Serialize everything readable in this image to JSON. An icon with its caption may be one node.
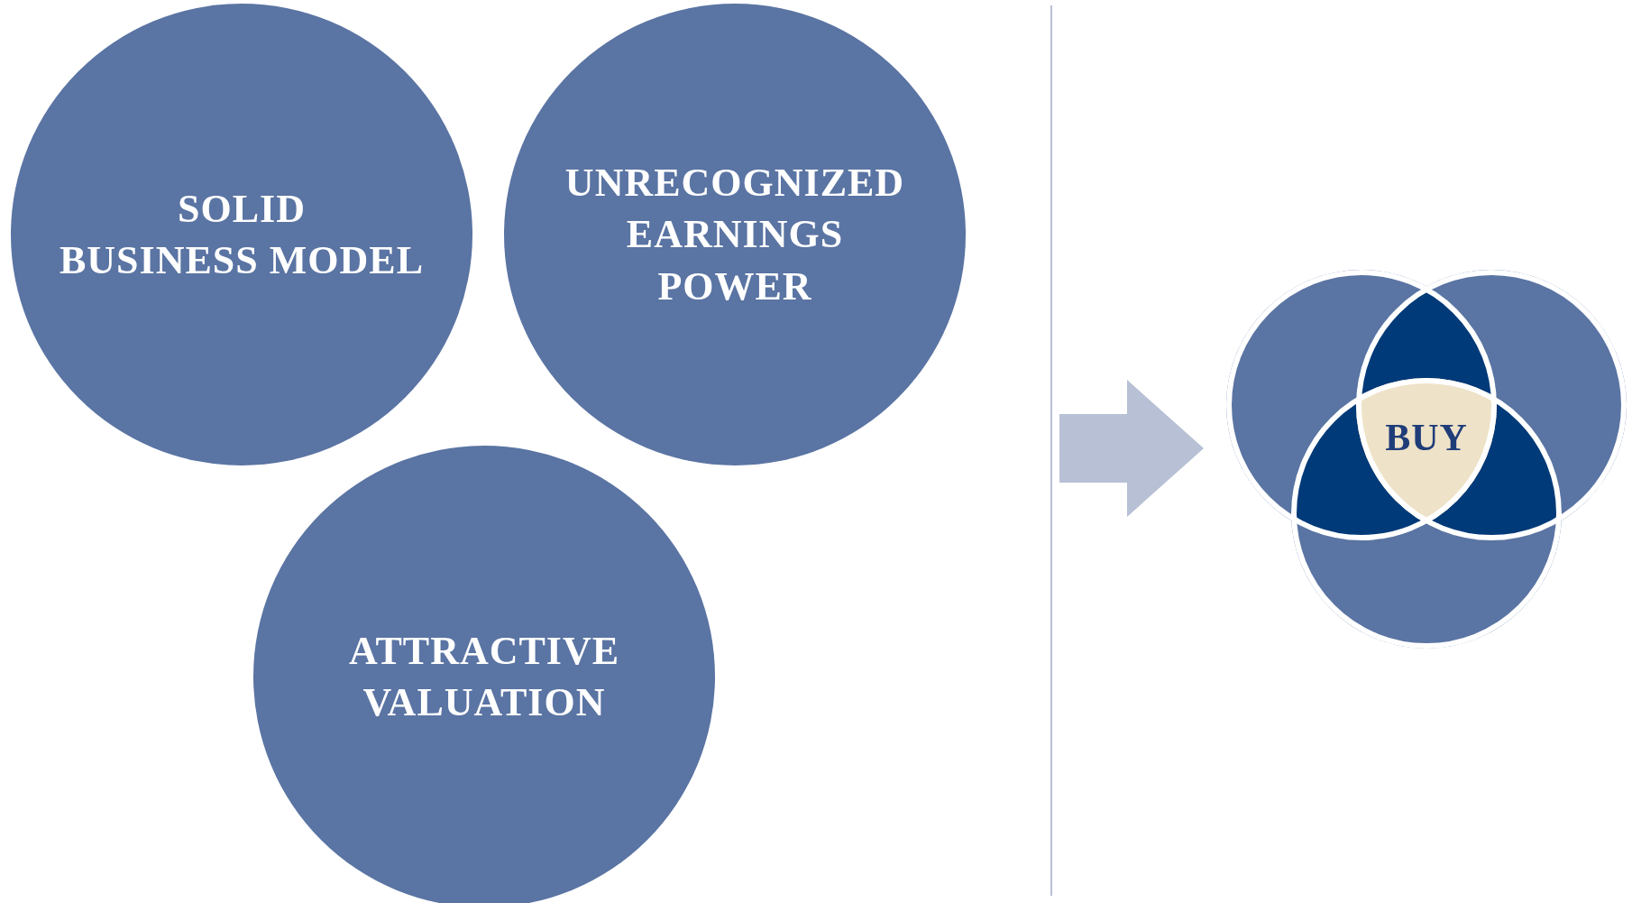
{
  "diagram": {
    "nodes": [
      {
        "text": [
          "SOLID BUSINESS MODEL"
        ]
      },
      {
        "text": [
          "UNRECOGNIZED EARNINGS POWER"
        ]
      },
      {
        "text": [
          "ATTRACTIVE VALUATION"
        ]
      },
      {
        "text": [
          "BUY"
        ]
      }
    ],
    "edges": [
      {
        "from": null,
        "to": 3,
        "arrow": "to",
        "style": "thick"
      }
    ]
  }
}
